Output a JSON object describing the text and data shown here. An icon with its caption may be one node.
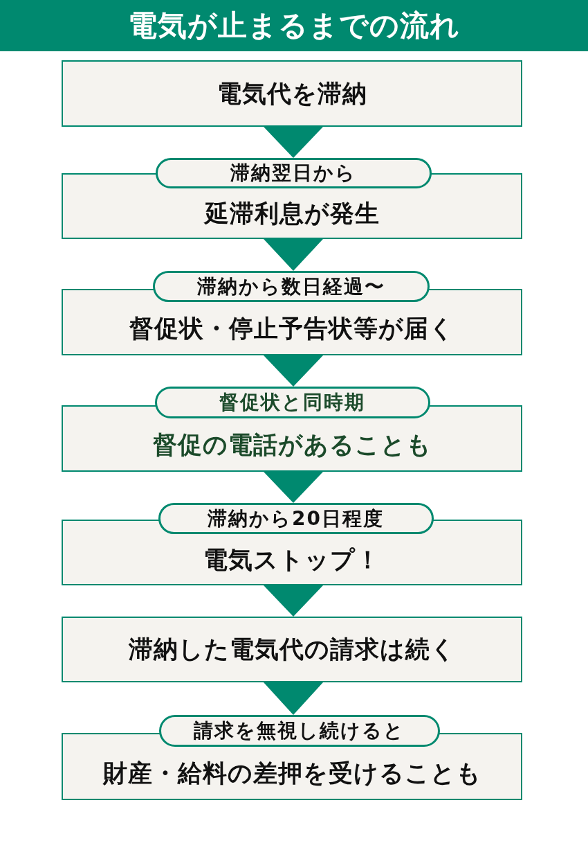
{
  "diagram": {
    "title": "電気が止まるまでの流れ",
    "nodes": [
      {
        "text": [
          "電気代を滞納"
        ]
      },
      {
        "text": [
          "滞納翌日から",
          "延滞利息が発生"
        ]
      },
      {
        "text": [
          "滞納から数日経過〜",
          "督促状・停止予告状等が届く"
        ]
      },
      {
        "text": [
          "督促状と同時期",
          "督促の電話があることも"
        ]
      },
      {
        "text": [
          "滞納から20日程度",
          "電気ストップ！"
        ]
      },
      {
        "text": [
          "滞納した電気代の請求は続く"
        ]
      },
      {
        "text": [
          "請求を無視し続けると",
          "財産・給料の差押を受けることも"
        ]
      }
    ],
    "edges": [
      {
        "from": 0,
        "to": 1,
        "arrow": "to"
      },
      {
        "from": 1,
        "to": 2,
        "arrow": "to"
      },
      {
        "from": 2,
        "to": 3,
        "arrow": "to"
      },
      {
        "from": 3,
        "to": 4,
        "arrow": "to"
      },
      {
        "from": 4,
        "to": 5,
        "arrow": "to"
      },
      {
        "from": 5,
        "to": 6,
        "arrow": "to"
      }
    ]
  }
}
